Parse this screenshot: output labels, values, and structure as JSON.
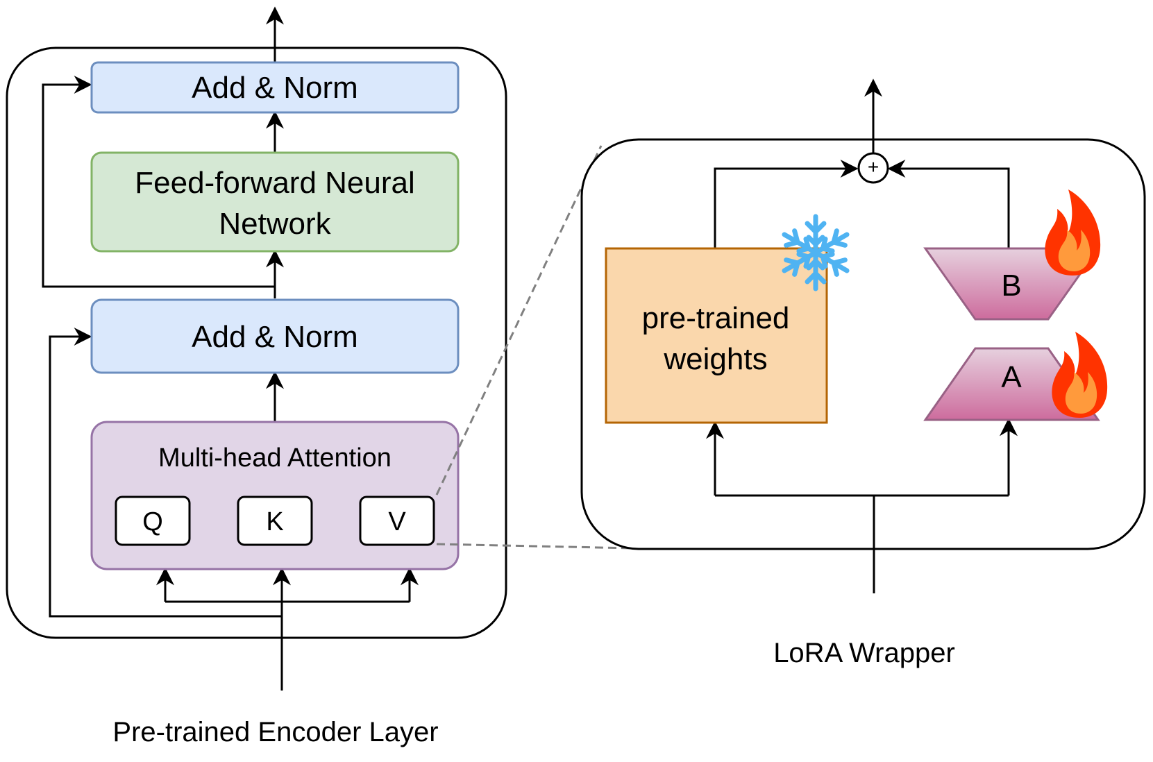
{
  "encoder": {
    "caption": "Pre-trained Encoder Layer",
    "add_norm_top": "Add & Norm",
    "ffn_line1": "Feed-forward Neural",
    "ffn_line2": "Network",
    "add_norm_bottom": "Add & Norm",
    "mha_label": "Multi-head Attention",
    "q": "Q",
    "k": "K",
    "v": "V"
  },
  "lora": {
    "caption": "LoRA Wrapper",
    "weights_line1": "pre-trained",
    "weights_line2": "weights",
    "plus": "+",
    "b": "B",
    "a": "A",
    "frozen_icon": "snowflake-icon",
    "trainable_icon": "flame-icon"
  },
  "colors": {
    "add_norm_fill": "#dae8fc",
    "add_norm_stroke": "#6c8ebf",
    "ffn_fill": "#d5e8d4",
    "ffn_stroke": "#82b366",
    "mha_fill": "#e1d5e7",
    "mha_stroke": "#9673a6",
    "weights_fill": "#fad7ac",
    "weights_stroke": "#b46504",
    "lora_fill_top": "#e6d0de",
    "lora_fill_bottom": "#cd6c9d",
    "lora_stroke": "#996185",
    "snowflake": "#4fb3f2",
    "flame_outer": "#ff3300",
    "flame_inner": "#ff9a3c"
  }
}
